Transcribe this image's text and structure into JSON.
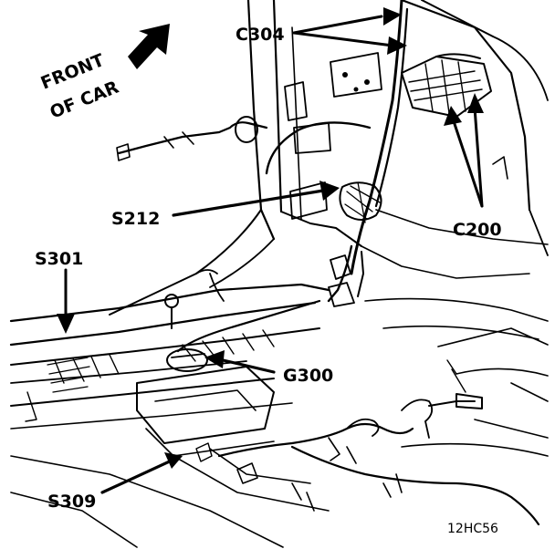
{
  "diagram": {
    "direction_label_line1": "FRONT",
    "direction_label_line2": "OF CAR",
    "labels": {
      "c304": "C304",
      "s212": "S212",
      "c200": "C200",
      "s301": "S301",
      "g300": "G300",
      "s309": "S309"
    },
    "figure_code": "12HC56"
  }
}
